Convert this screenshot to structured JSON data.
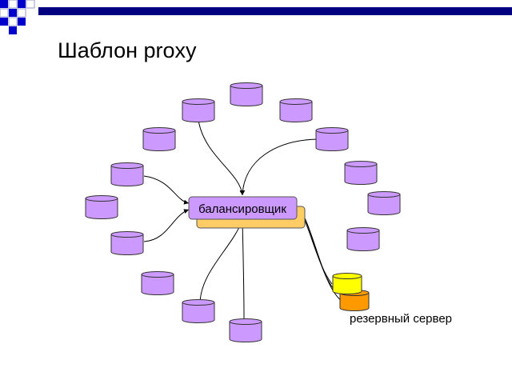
{
  "slide": {
    "title": "Шаблон proxy",
    "balancer_label": "балансировщик",
    "backup_label": "резервный сервер"
  },
  "colors": {
    "server_fill": "#cc99ff",
    "balancer_fill": "#cc99ff",
    "balancer_shadow_fill": "#ffcc66",
    "backup_primary_fill": "#ffff00",
    "backup_secondary_fill": "#ff9900",
    "corner_squares": "#0000cc",
    "header_bar": "#000080"
  },
  "diagram": {
    "server_count": 14,
    "connected_clients": 6
  }
}
